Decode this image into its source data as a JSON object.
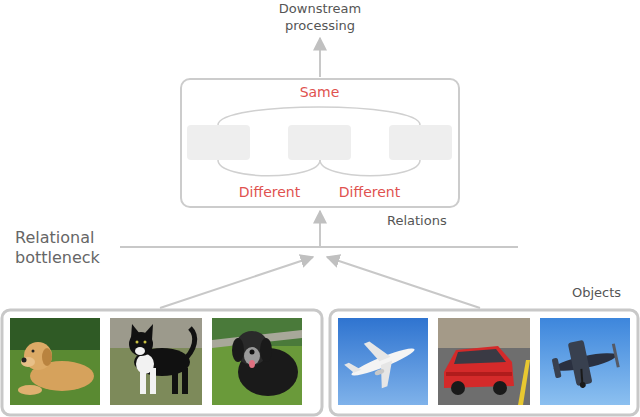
{
  "diagram": {
    "nodes": [
      {
        "text": [
          "Same",
          "Different",
          "Different"
        ]
      }
    ],
    "labels": [
      "Downstream processing",
      "Relations",
      "Relational bottleneck",
      "Objects"
    ]
  }
}
